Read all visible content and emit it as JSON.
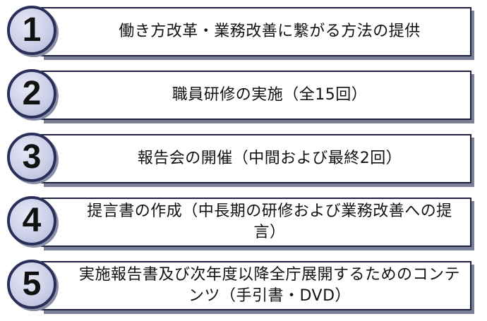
{
  "items": [
    {
      "number": "1",
      "text": "働き方改革・業務改善に繋がる方法の提供"
    },
    {
      "number": "2",
      "text": "職員研修の実施（全15回）"
    },
    {
      "number": "3",
      "text": "報告会の開催（中間および最終2回）"
    },
    {
      "number": "4",
      "text": "提言書の作成（中長期の研修および業務改善への提言）"
    },
    {
      "number": "5",
      "text": "実施報告書及び次年度以降全庁展開するためのコンテンツ（手引書・DVD）"
    }
  ]
}
